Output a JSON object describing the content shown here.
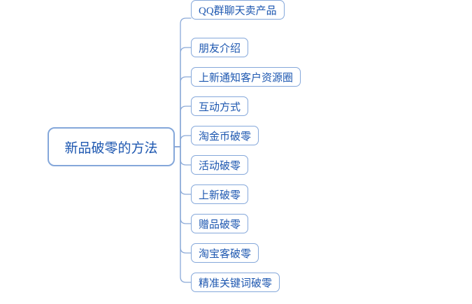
{
  "root": {
    "label": "新品破零的方法"
  },
  "children": [
    {
      "label": "朋友介绍"
    },
    {
      "label": "上新通知客户资源圈"
    },
    {
      "label": "互动方式"
    },
    {
      "label": "淘金币破零"
    },
    {
      "label": "活动破零"
    },
    {
      "label": "上新破零"
    },
    {
      "label": "赠品破零"
    },
    {
      "label": "淘宝客破零"
    },
    {
      "label": "精准关键词破零"
    },
    {
      "label": "QQ群聊天卖产品"
    }
  ],
  "colors": {
    "background": "#ffffff",
    "text": "#1d57b0",
    "node_border": "#84a7da",
    "connector": "#8aa9d8"
  }
}
